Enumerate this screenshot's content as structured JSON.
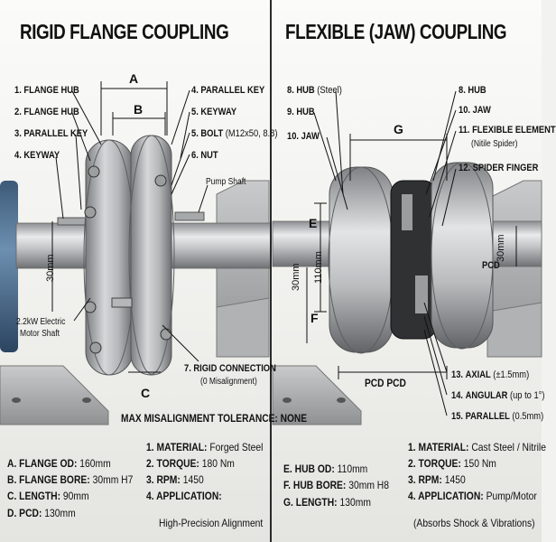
{
  "left": {
    "title": "RIGID FLANGE COUPLING",
    "callouts": [
      {
        "num": "1.",
        "text": "FLANGE HUB"
      },
      {
        "num": "2.",
        "text": "FLANGE HUB"
      },
      {
        "num": "3.",
        "text": "PARALLEL KEY"
      },
      {
        "num": "4.",
        "text": "KEYWAY"
      },
      {
        "num": "4.",
        "text": "PARALLEL KEY"
      },
      {
        "num": "5.",
        "text": "KEYWAY"
      },
      {
        "num": "5.",
        "text": "BOLT",
        "note": "(M12x50, 8.8)"
      },
      {
        "num": "6.",
        "text": "NUT"
      },
      {
        "num": "7.",
        "text": "RIGID CONNECTION",
        "note": "(0 Misalignment)"
      }
    ],
    "pump_shaft": "Pump Shaft",
    "motor_shaft_line1": "2.2kW Electric",
    "motor_shaft_line2": "Motor Shaft",
    "dims": {
      "a": "A",
      "b": "B",
      "c": "C",
      "shaft_dia": "30mm"
    },
    "tolerance": "MAX MISALIGNMENT TOLERANCE: NONE",
    "specs_dims": [
      {
        "key": "A. FLANGE OD:",
        "val": "160mm"
      },
      {
        "key": "B. FLANGE BORE:",
        "val": "30mm H7"
      },
      {
        "key": "C. LENGTH:",
        "val": "90mm"
      },
      {
        "key": "D. PCD:",
        "val": "130mm"
      }
    ],
    "specs_props": [
      {
        "key": "1. MATERIAL:",
        "val": "Forged Steel"
      },
      {
        "key": "2. TORQUE:",
        "val": "180 Nm"
      },
      {
        "key": "3. RPM:",
        "val": "1450"
      },
      {
        "key": "4. APPLICATION:",
        "val": ""
      }
    ],
    "application_line": "High-Precision Alignment"
  },
  "right": {
    "title": "FLEXIBLE (JAW) COUPLING",
    "callouts_left": [
      {
        "num": "8.",
        "text": "HUB",
        "note": "(Steel)"
      },
      {
        "num": "9.",
        "text": "HUB"
      },
      {
        "num": "10.",
        "text": "JAW"
      }
    ],
    "callouts_right": [
      {
        "num": "8.",
        "text": "HUB"
      },
      {
        "num": "10.",
        "text": "JAW"
      },
      {
        "num": "11.",
        "text": "FLEXIBLE ELEMENT",
        "note": "(Nitile Spider)"
      },
      {
        "num": "12.",
        "text": "SPIDER FINGER"
      }
    ],
    "misalign": [
      {
        "num": "13.",
        "text": "AXIAL",
        "note": "(±1.5mm)"
      },
      {
        "num": "14.",
        "text": "ANGULAR",
        "note": "(up to 1°)"
      },
      {
        "num": "15.",
        "text": "PARALLEL",
        "note": "(0.5mm)"
      }
    ],
    "dims": {
      "g": "G",
      "e": "E",
      "f": "F",
      "hub_dia": "110mm",
      "shaft_dia": "30mm",
      "shaft_dia2": "30mm",
      "pcd": "PCD",
      "pcd2": "PCD PCD"
    },
    "specs_dims": [
      {
        "key": "E. HUB OD:",
        "val": "110mm"
      },
      {
        "key": "F. HUB BORE:",
        "val": "30mm H8"
      },
      {
        "key": "G. LENGTH:",
        "val": "130mm"
      }
    ],
    "specs_props": [
      {
        "key": "1. MATERIAL:",
        "val": "Cast Steel / Nitrile"
      },
      {
        "key": "2. TORQUE:",
        "val": "150 Nm"
      },
      {
        "key": "3. RPM:",
        "val": "1450"
      },
      {
        "key": "4. APPLICATION:",
        "val": "Pump/Motor"
      }
    ],
    "application_line": "(Absorbs Shock & Vibrations)"
  }
}
